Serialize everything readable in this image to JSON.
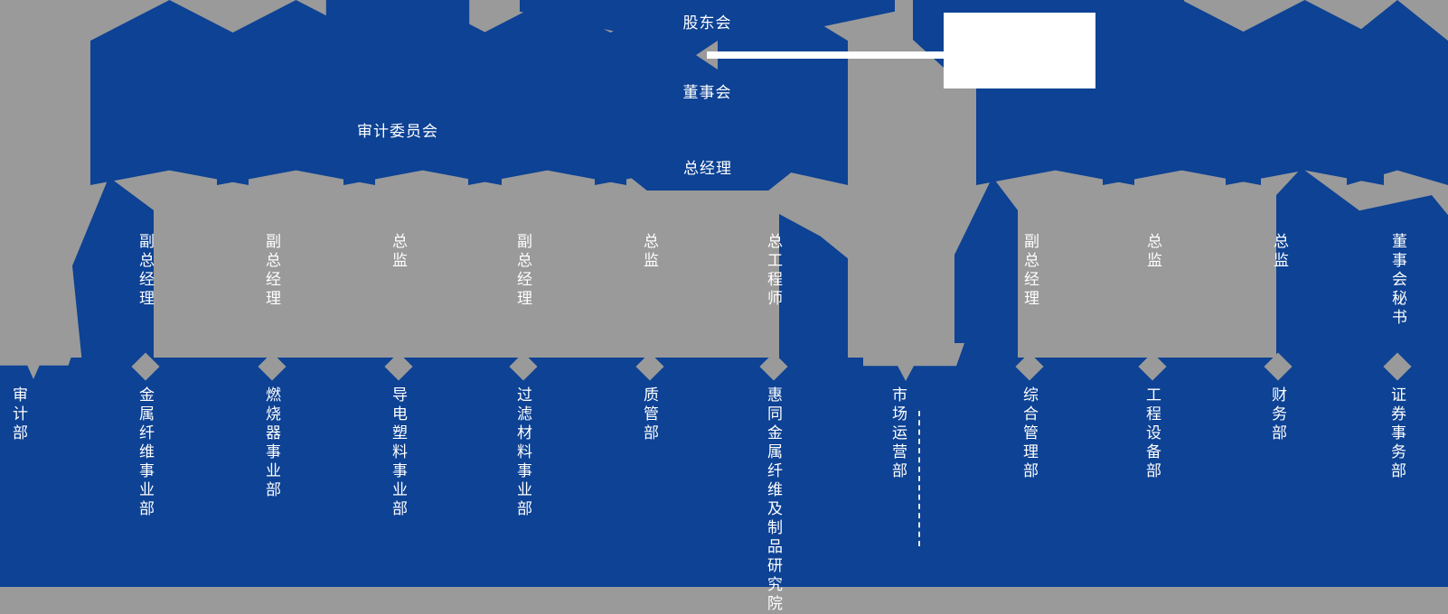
{
  "meta": {
    "title": "组织架构图",
    "colors": {
      "node_blue": "#0d4294",
      "background_gray": "#9a9a9a",
      "text_white": "#ffffff",
      "marker_gray": "#9a9a9a",
      "callout_white": "#ffffff"
    }
  },
  "governance": {
    "shareholders": {
      "label": "股东会"
    },
    "board": {
      "label": "董事会"
    },
    "general_manager": {
      "label": "总经理"
    },
    "audit_committee": {
      "label": "审计委员会"
    },
    "callout": {
      "label": ""
    }
  },
  "management": {
    "left_group": [
      {
        "label": "副总经理"
      },
      {
        "label": "副总经理"
      },
      {
        "label": "总监"
      },
      {
        "label": "副总经理"
      },
      {
        "label": "总监"
      },
      {
        "label": "总工程师"
      }
    ],
    "right_group": [
      {
        "label": "副总经理"
      },
      {
        "label": "总监"
      },
      {
        "label": "总监"
      },
      {
        "label": "董事会秘书"
      }
    ]
  },
  "departments": [
    {
      "label": "审计部",
      "marker": "none"
    },
    {
      "label": "金属纤维事业部",
      "marker": "diamond"
    },
    {
      "label": "燃烧器事业部",
      "marker": "diamond"
    },
    {
      "label": "导电塑料事业部",
      "marker": "diamond"
    },
    {
      "label": "过滤材料事业部",
      "marker": "diamond"
    },
    {
      "label": "质管部",
      "marker": "diamond"
    },
    {
      "label": "惠同金属纤维及制品研究院",
      "marker": "diamond"
    },
    {
      "label": "市场运营部",
      "marker": "none"
    },
    {
      "label": "综合管理部",
      "marker": "diamond"
    },
    {
      "label": "工程设备部",
      "marker": "diamond"
    },
    {
      "label": "财务部",
      "marker": "diamond"
    },
    {
      "label": "证券事务部",
      "marker": "diamond"
    }
  ]
}
